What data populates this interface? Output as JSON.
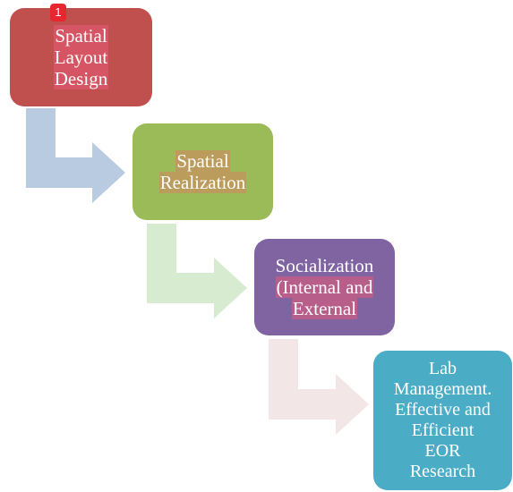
{
  "badge": {
    "number": "1"
  },
  "steps": [
    {
      "lines": [
        "Spatial",
        "Layout",
        "Design"
      ],
      "color": "#c0504d"
    },
    {
      "lines": [
        "Spatial",
        "Realization"
      ],
      "color": "#9bbb59"
    },
    {
      "lines": [
        "Socialization",
        "(Internal and",
        "External"
      ],
      "color": "#8064a2"
    },
    {
      "lines": [
        "Lab",
        "Management.",
        "Effective and",
        "Efficient",
        "EOR",
        "Research"
      ],
      "color": "#4bacc6"
    }
  ],
  "connectors": [
    {
      "color": "#b8cbe0"
    },
    {
      "color": "#d7ebd1"
    },
    {
      "color": "#f2e6e6"
    }
  ]
}
